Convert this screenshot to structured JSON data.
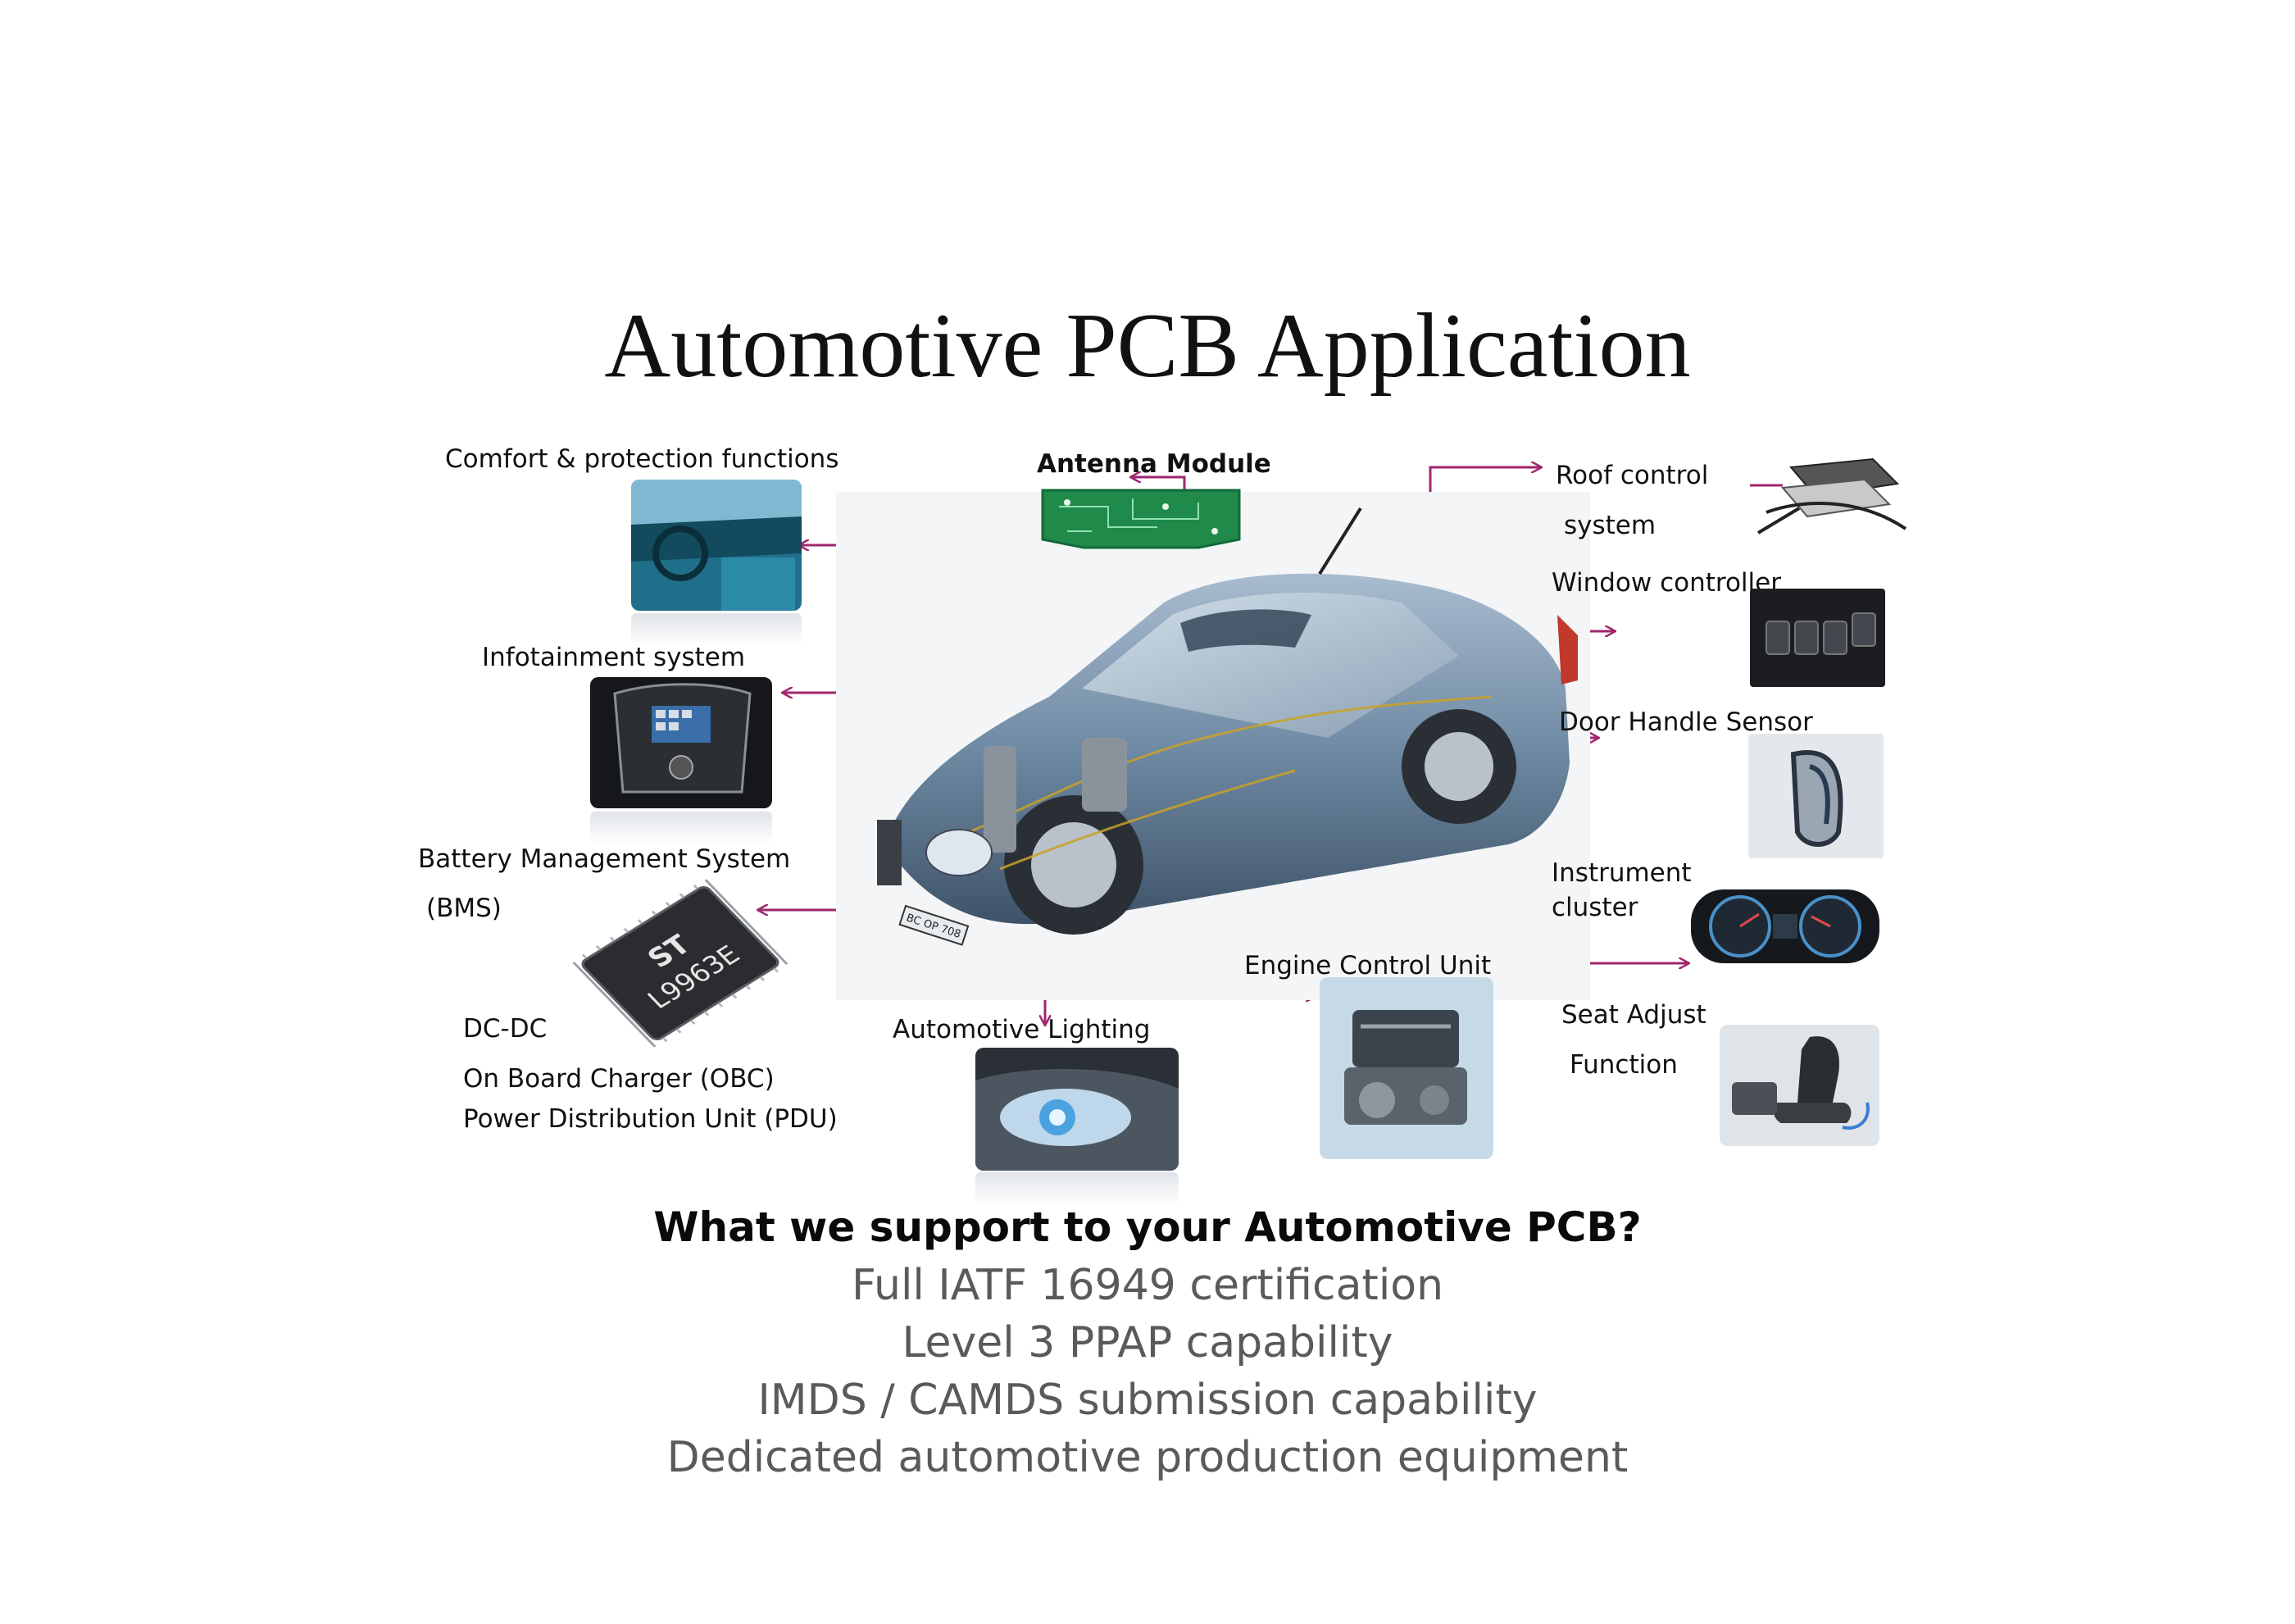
{
  "title": "Automotive PCB Application",
  "labels": {
    "comfort": "Comfort & protection functions",
    "antenna": "Antenna Module",
    "roof_1": "Roof control",
    "roof_2": "system",
    "window": "Window controller",
    "infotainment": "Infotainment system",
    "door": "Door Handle Sensor",
    "bms_1": "Battery Management System",
    "bms_2": "(BMS)",
    "instrument_1": "Instrument",
    "instrument_2": "cluster",
    "ecu": "Engine Control Unit",
    "seat_1": "Seat Adjust",
    "seat_2": "Function",
    "dcdc": "DC-DC",
    "obc": "On Board Charger (OBC)",
    "pdu": "Power Distribution Unit (PDU)",
    "lighting": "Automotive Lighting"
  },
  "chip": {
    "brand": "ST",
    "part": "L9963E"
  },
  "plate": "BC OP 708",
  "support": {
    "heading": "What we support to your Automotive PCB?",
    "items": [
      "Full IATF 16949 certification",
      "Level 3 PPAP capability",
      "IMDS / CAMDS submission capability",
      "Dedicated automotive production equipment"
    ]
  },
  "colors": {
    "arrow": "#a0266e",
    "antenna_pcb": "#1f8a4a",
    "car_body": "#6f8aa4"
  }
}
